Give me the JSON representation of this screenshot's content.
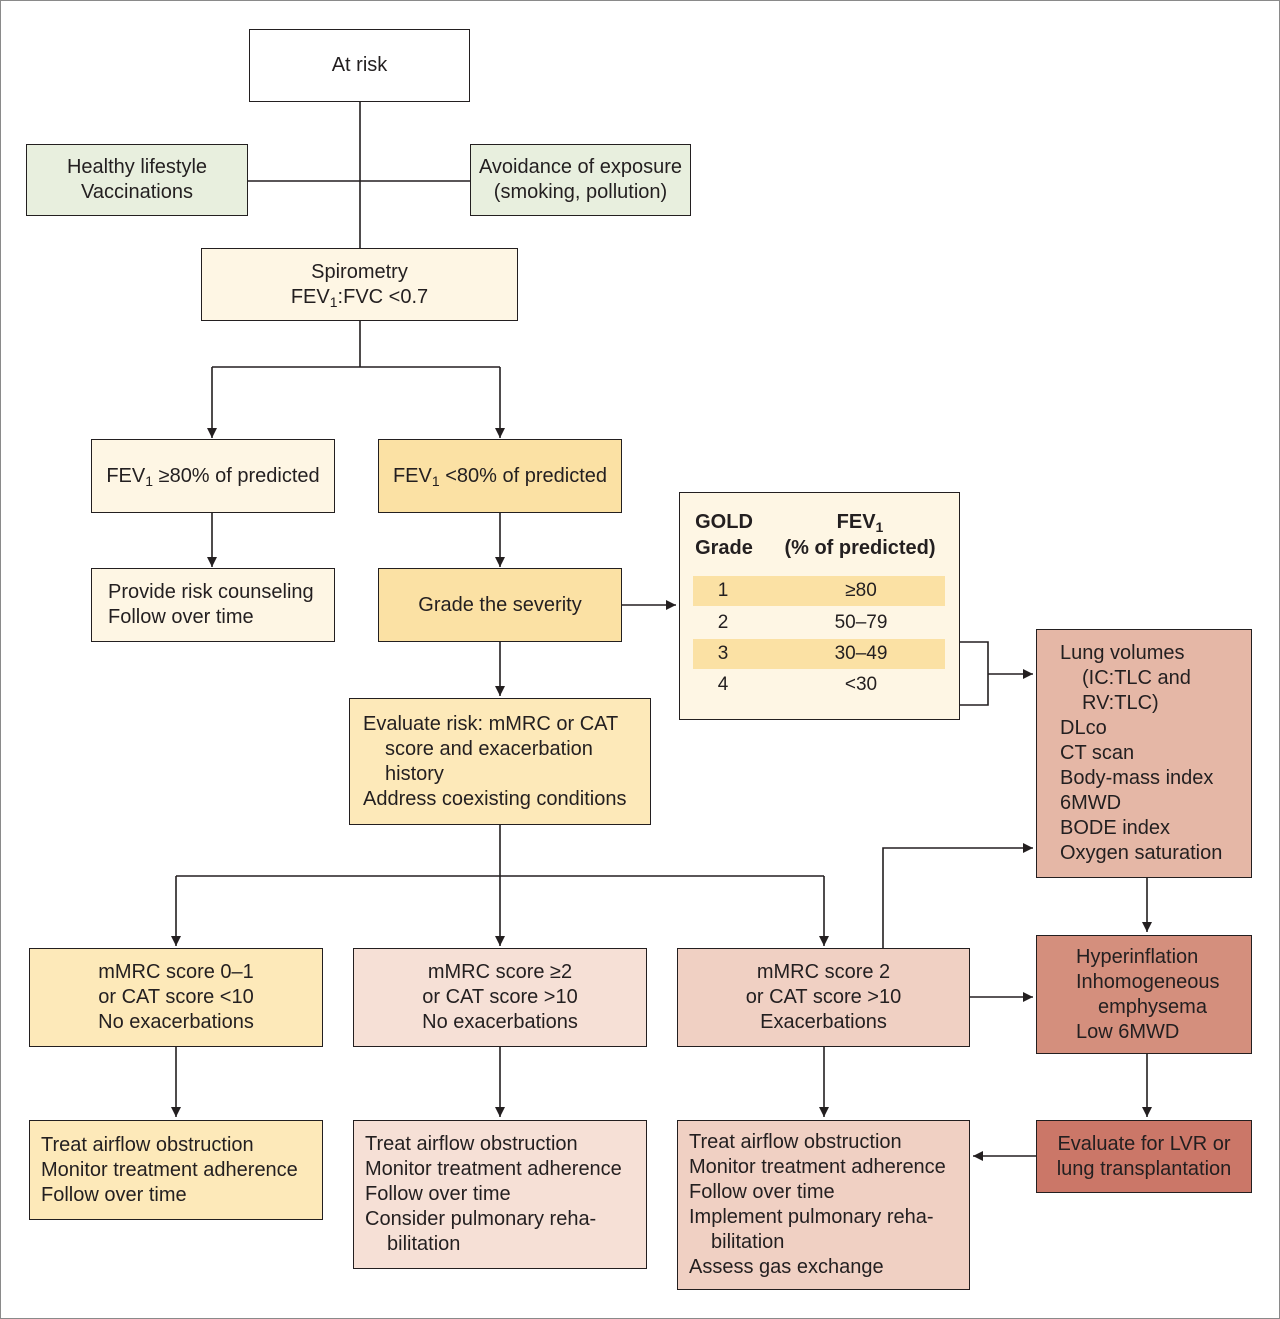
{
  "boxes": {
    "at_risk": [
      "At risk"
    ],
    "healthy": [
      "Healthy lifestyle",
      "Vaccinations"
    ],
    "avoid": [
      "Avoidance of exposure",
      "(smoking, pollution)"
    ],
    "spiro_title": "Spirometry",
    "spiro_fev": "FEV",
    "spiro_sub": "1",
    "spiro_rest": ":FVC <0.7",
    "fev_high_pre": "FEV",
    "fev_high_sub": "1",
    "fev_high_rest": " ≥80% of predicted",
    "fev_low_pre": "FEV",
    "fev_low_sub": "1",
    "fev_low_rest": " <80% of predicted",
    "counsel": [
      "Provide risk counseling",
      "Follow over time"
    ],
    "grade": [
      "Grade the severity"
    ],
    "evaluate": [
      "Evaluate risk: mMRC or CAT",
      "score and exacerbation",
      "history",
      "Address coexisting conditions"
    ],
    "lung": [
      "Lung volumes",
      "(IC:TLC and",
      "RV:TLC)",
      "DLco",
      "CT scan",
      "Body-mass index",
      "6MWD",
      "BODE index",
      "Oxygen saturation"
    ],
    "hyper": [
      "Hyperinflation",
      "Inhomogeneous",
      "emphysema",
      "Low 6MWD"
    ],
    "lvr": [
      "Evaluate for LVR or",
      "lung transplantation"
    ],
    "mmrc1": [
      "mMRC score 0–1",
      "or CAT score <10",
      "No exacerbations"
    ],
    "mmrc2": [
      "mMRC score ≥2",
      "or CAT score >10",
      "No exacerbations"
    ],
    "mmrc3": [
      "mMRC score 2",
      "or CAT score >10",
      "Exacerbations"
    ],
    "treat1": [
      "Treat airflow obstruction",
      "Monitor treatment adherence",
      "Follow over time"
    ],
    "treat2": [
      "Treat airflow obstruction",
      "Monitor treatment adherence",
      "Follow over time",
      "Consider pulmonary reha-",
      "bilitation"
    ],
    "treat3": [
      "Treat airflow obstruction",
      "Monitor treatment adherence",
      "Follow over time",
      "Implement pulmonary reha-",
      "bilitation",
      "Assess gas exchange"
    ]
  },
  "gold_table": {
    "header_grade": [
      "GOLD",
      "Grade"
    ],
    "header_fev_pre": "FEV",
    "header_fev_sub": "1",
    "header_fev_line2": "(% of predicted)",
    "rows": [
      {
        "grade": "1",
        "fev": "≥80"
      },
      {
        "grade": "2",
        "fev": "50–79"
      },
      {
        "grade": "3",
        "fev": "30–49"
      },
      {
        "grade": "4",
        "fev": "<30"
      }
    ]
  },
  "colors": {
    "lifestyle_green": "#e8efde",
    "pale_yellow": "#fef6e4",
    "yellow": "#fde9b9",
    "deep_yellow": "#fbe1a4",
    "pale_rose": "#f6e0d6",
    "rose": "#f0d0c3",
    "salmon": "#e5b7a6",
    "terracotta": "#d48f7d",
    "dark_terracotta": "#cb7768",
    "line": "#231f20"
  }
}
